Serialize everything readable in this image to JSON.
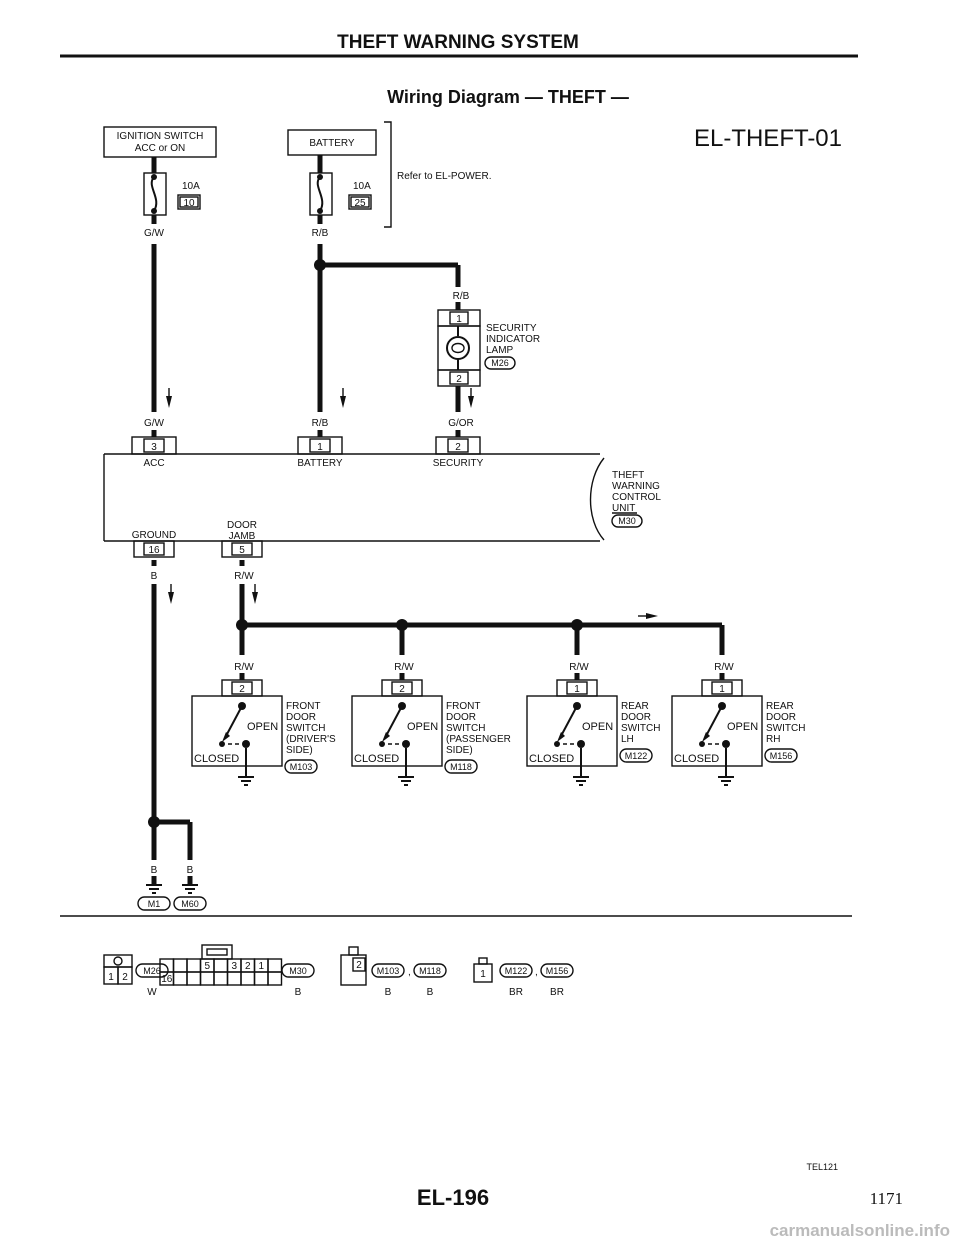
{
  "page": {
    "title": "THEFT WARNING SYSTEM",
    "subtitle": "Wiring Diagram — THEFT —",
    "code": "EL-THEFT-01",
    "footer": "EL-196",
    "page_number": "1171",
    "ref_code": "TEL121"
  },
  "fuses": {
    "ign": {
      "label1": "IGNITION SWITCH",
      "label2": "ACC or ON",
      "rating": "10A",
      "number": "10",
      "wire": "G/W"
    },
    "bat": {
      "label1": "BATTERY",
      "rating": "10A",
      "number": "25",
      "wire": "R/B"
    },
    "refer": "Refer to EL-POWER."
  },
  "lamp": {
    "wire_in": "R/B",
    "pin_top": "1",
    "pin_bot": "2",
    "label1": "SECURITY",
    "label2": "INDICATOR",
    "label3": "LAMP",
    "conn": "M26"
  },
  "unit": {
    "wires": {
      "acc": "G/W",
      "bat": "R/B",
      "sec": "G/OR"
    },
    "pins": {
      "acc": "3",
      "bat": "1",
      "sec": "2",
      "gnd": "16",
      "door": "5"
    },
    "terms": {
      "acc": "ACC",
      "bat": "BATTERY",
      "sec": "SECURITY",
      "gnd": "GROUND",
      "door1": "DOOR",
      "door2": "JAMB"
    },
    "name1": "THEFT",
    "name2": "WARNING",
    "name3": "CONTROL",
    "name4": "UNIT",
    "conn": "M30",
    "gnd_wire": "B",
    "door_wire": "R/W"
  },
  "switches": [
    {
      "wire": "R/W",
      "pin": "2",
      "l1": "FRONT",
      "l2": "DOOR",
      "l3": "SWITCH",
      "l4": "(DRIVER'S",
      "l5": "SIDE)",
      "conn": "M103",
      "open": "OPEN",
      "closed": "CLOSED"
    },
    {
      "wire": "R/W",
      "pin": "2",
      "l1": "FRONT",
      "l2": "DOOR",
      "l3": "SWITCH",
      "l4": "(PASSENGER",
      "l5": "SIDE)",
      "conn": "M118",
      "open": "OPEN",
      "closed": "CLOSED"
    },
    {
      "wire": "R/W",
      "pin": "1",
      "l1": "REAR",
      "l2": "DOOR",
      "l3": "SWITCH",
      "l4": "LH",
      "l5": "",
      "conn": "M122",
      "open": "OPEN",
      "closed": "CLOSED"
    },
    {
      "wire": "R/W",
      "pin": "1",
      "l1": "REAR",
      "l2": "DOOR",
      "l3": "SWITCH",
      "l4": "RH",
      "l5": "",
      "conn": "M156",
      "open": "OPEN",
      "closed": "CLOSED"
    }
  ],
  "grounds": {
    "w1": "B",
    "w2": "B",
    "g1": "M1",
    "g2": "M60"
  },
  "connectors": {
    "c1": {
      "pins": [
        "1",
        "2"
      ],
      "code": "M26",
      "color": "W"
    },
    "c2": {
      "pins": [
        "5",
        "3",
        "2",
        "1",
        "16"
      ],
      "code": "M30",
      "color": "B"
    },
    "c3": {
      "pin": "2",
      "codes": [
        "M103",
        "M118"
      ],
      "colors": [
        "B",
        "B"
      ]
    },
    "c4": {
      "pin": "1",
      "codes": [
        "M122",
        "M156"
      ],
      "colors": [
        "BR",
        "BR"
      ]
    }
  },
  "watermark": "carmanualsonline.info"
}
